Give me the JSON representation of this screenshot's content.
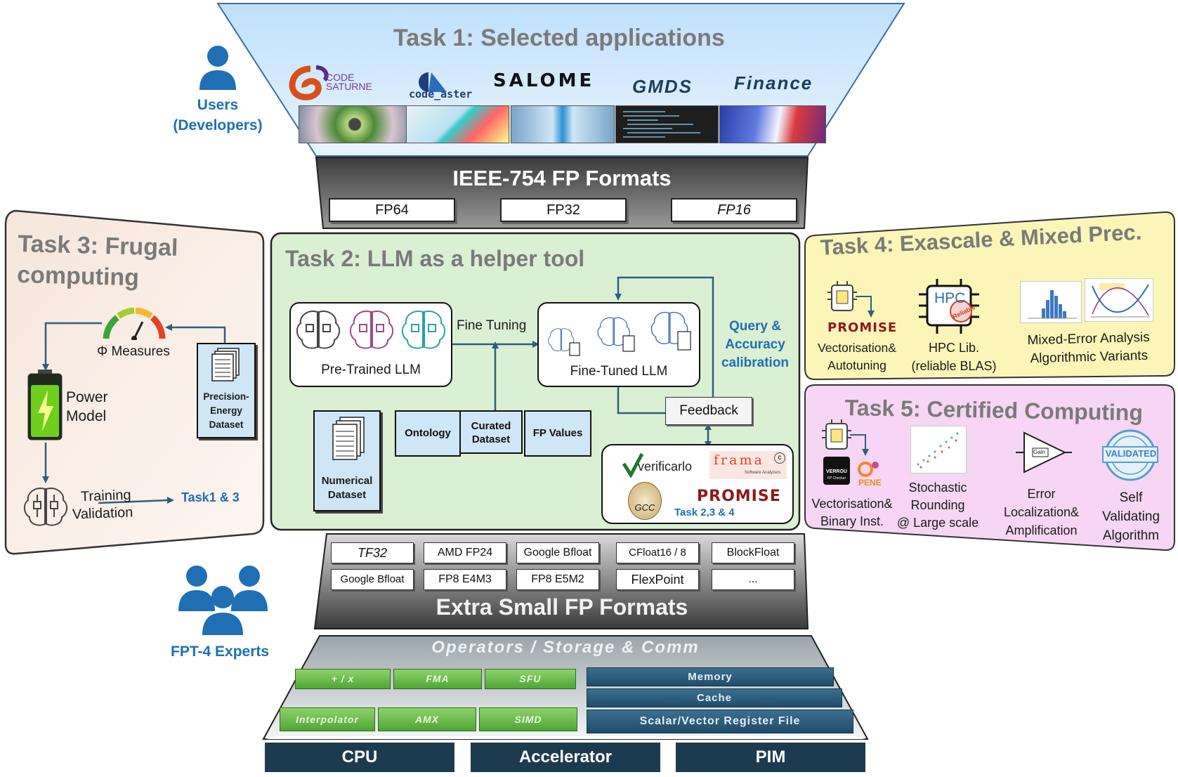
{
  "task1": {
    "title": "Task 1: Selected applications",
    "apps": [
      "CODE SATURNE",
      "code_aster",
      "SALOME",
      "GMDS",
      "Finance"
    ]
  },
  "users": {
    "label_line1": "Users",
    "label_line2": "(Developers)"
  },
  "ieee": {
    "title": "IEEE-754 FP Formats",
    "formats": [
      "FP64",
      "FP32",
      "FP16"
    ]
  },
  "task3": {
    "title_line1": "Task 3: Frugal",
    "title_line2": "computing",
    "measures": "Φ Measures",
    "power_line1": "Power",
    "power_line2": "Model",
    "precision_line1": "Precision-",
    "precision_line2": "Energy",
    "precision_line3": "Dataset",
    "training": "Training",
    "validation": "Validation",
    "task_ref": "Task1 & 3"
  },
  "task2": {
    "title": "Task 2: LLM as a helper tool",
    "pretrained": "Pre-Trained LLM",
    "finetuning": "Fine Tuning",
    "finetuned": "Fine-Tuned LLM",
    "query_line1": "Query &",
    "query_line2": "Accuracy",
    "query_line3": "calibration",
    "feedback": "Feedback",
    "numerical_line1": "Numerical",
    "numerical_line2": "Dataset",
    "ontology": "Ontology",
    "curated_line1": "Curated",
    "curated_line2": "Dataset",
    "fpvalues": "FP Values",
    "tools": {
      "verificarlo": "verificarlo",
      "frama": "frama",
      "frama_sub": "Software Analyzers",
      "gcc": "GCC",
      "promise": "PROMISE",
      "task_ref": "Task 2,3 & 4"
    }
  },
  "task4": {
    "title": "Task 4: Exascale & Mixed Prec.",
    "promise": "PROMISE",
    "hpc_chip": "HPC",
    "hpc_stamp": "Reliable",
    "vec_line1": "Vectorisation&",
    "vec_line2": "Autotuning",
    "hpc_line1": "HPC Lib.",
    "hpc_line2": "(reliable BLAS)",
    "mixed_line1": "Mixed-Error Analysis",
    "mixed_line2": "Algorithmic Variants"
  },
  "task5": {
    "title": "Task 5: Certified Computing",
    "verrou": "VERROU",
    "verrou_sub": "FP Checker",
    "pene": "PENE",
    "vec_line1": "Vectorisation&",
    "vec_line2": "Binary Inst.",
    "stoch_line1": "Stochastic",
    "stoch_line2": "Rounding",
    "stoch_line3": "@ Large scale",
    "err_line1": "Error",
    "err_line2": "Localization&",
    "err_line3": "Amplification",
    "self_line1": "Self",
    "self_line2": "Validating",
    "self_line3": "Algorithm",
    "gain": "Gain",
    "validated": "VALIDATED"
  },
  "extra": {
    "title": "Extra Small FP Formats",
    "row1": [
      "TF32",
      "AMD FP24",
      "Google Bfloat",
      "CFloat16 / 8",
      "BlockFloat"
    ],
    "row2": [
      "Google Bfloat",
      "FP8 E4M3",
      "FP8 E5M2",
      "FlexPoint",
      "..."
    ]
  },
  "experts": {
    "label": "FPT-4 Experts"
  },
  "ops": {
    "title": "Operators / Storage & Comm",
    "green_row1": [
      "+ / x",
      "FMA",
      "SFU"
    ],
    "green_row2": [
      "Interpolator",
      "AMX",
      "SIMD"
    ],
    "blue": [
      "Memory",
      "Cache",
      "Scalar/Vector Register File"
    ]
  },
  "hardware": [
    "CPU",
    "Accelerator",
    "PIM"
  ]
}
